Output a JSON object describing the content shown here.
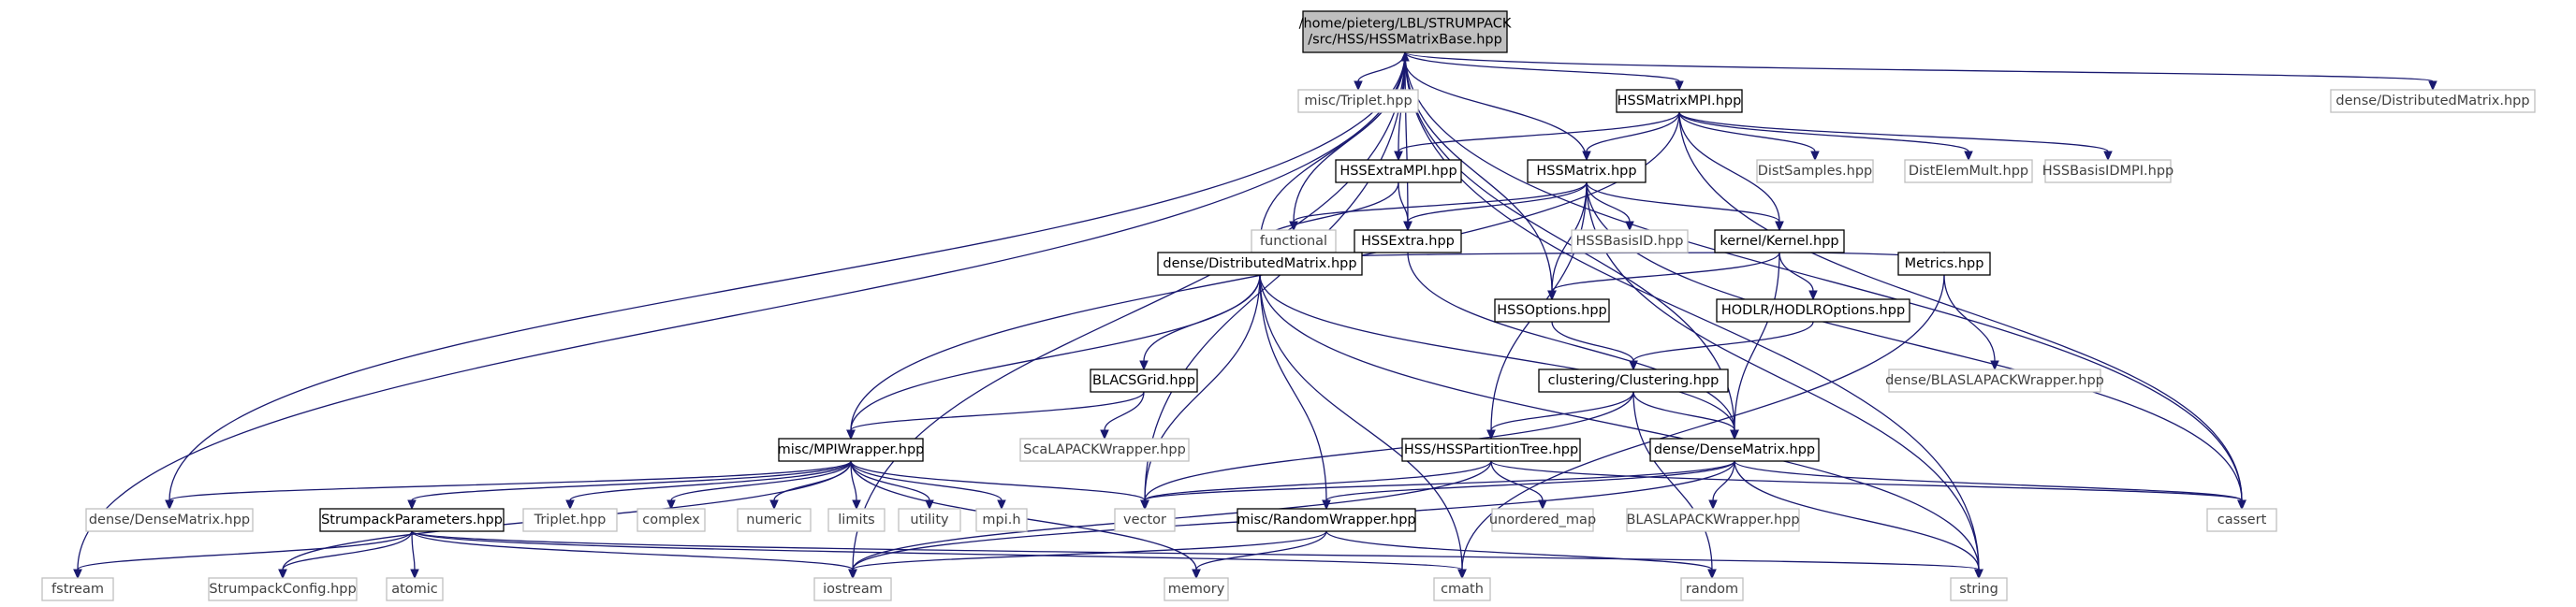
{
  "colors": {
    "edge": "#191970",
    "node_border": "#000000",
    "node_border_external": "#bfbfbf",
    "node_text": "#000000",
    "node_text_external": "#404040",
    "root_fill": "#bfbfbf"
  },
  "graph": {
    "root": "root",
    "nodes": [
      {
        "id": "root",
        "label": [
          "/home/pieterg/LBL/STRUMPACK",
          "/src/HSS/HSSMatrixBase.hpp"
        ],
        "kind": "root"
      },
      {
        "id": "triplet_misc",
        "label": [
          "misc/Triplet.hpp"
        ],
        "kind": "external"
      },
      {
        "id": "hssmatrixmpi",
        "label": [
          "HSSMatrixMPI.hpp"
        ],
        "kind": "file"
      },
      {
        "id": "dense_dist_ext",
        "label": [
          "dense/DistributedMatrix.hpp"
        ],
        "kind": "external"
      },
      {
        "id": "hssextrampi",
        "label": [
          "HSSExtraMPI.hpp"
        ],
        "kind": "file"
      },
      {
        "id": "hssmatrix",
        "label": [
          "HSSMatrix.hpp"
        ],
        "kind": "file"
      },
      {
        "id": "distsamples",
        "label": [
          "DistSamples.hpp"
        ],
        "kind": "external"
      },
      {
        "id": "distelemmult",
        "label": [
          "DistElemMult.hpp"
        ],
        "kind": "external"
      },
      {
        "id": "hssbasisidmpi",
        "label": [
          "HSSBasisIDMPI.hpp"
        ],
        "kind": "external"
      },
      {
        "id": "functional",
        "label": [
          "functional"
        ],
        "kind": "external"
      },
      {
        "id": "hssextra",
        "label": [
          "HSSExtra.hpp"
        ],
        "kind": "file"
      },
      {
        "id": "hssbasisid",
        "label": [
          "HSSBasisID.hpp"
        ],
        "kind": "external"
      },
      {
        "id": "kernel",
        "label": [
          "kernel/Kernel.hpp"
        ],
        "kind": "file"
      },
      {
        "id": "densedist",
        "label": [
          "dense/DistributedMatrix.hpp"
        ],
        "kind": "file"
      },
      {
        "id": "hssoptions",
        "label": [
          "HSSOptions.hpp"
        ],
        "kind": "file"
      },
      {
        "id": "hodlropts",
        "label": [
          "HODLR/HODLROptions.hpp"
        ],
        "kind": "file"
      },
      {
        "id": "metrics",
        "label": [
          "Metrics.hpp"
        ],
        "kind": "file"
      },
      {
        "id": "blacsgrid",
        "label": [
          "BLACSGrid.hpp"
        ],
        "kind": "file"
      },
      {
        "id": "clustering",
        "label": [
          "clustering/Clustering.hpp"
        ],
        "kind": "file"
      },
      {
        "id": "blaslapackwrap_dense",
        "label": [
          "dense/BLASLAPACKWrapper.hpp"
        ],
        "kind": "external"
      },
      {
        "id": "scalapack",
        "label": [
          "ScaLAPACKWrapper.hpp"
        ],
        "kind": "external"
      },
      {
        "id": "mpiwrapper",
        "label": [
          "misc/MPIWrapper.hpp"
        ],
        "kind": "file"
      },
      {
        "id": "hsspart",
        "label": [
          "HSS/HSSPartitionTree.hpp"
        ],
        "kind": "file"
      },
      {
        "id": "densematrix",
        "label": [
          "dense/DenseMatrix.hpp"
        ],
        "kind": "file"
      },
      {
        "id": "densematrix_ext",
        "label": [
          "dense/DenseMatrix.hpp"
        ],
        "kind": "external"
      },
      {
        "id": "strumparams",
        "label": [
          "StrumpackParameters.hpp"
        ],
        "kind": "file"
      },
      {
        "id": "triplet",
        "label": [
          "Triplet.hpp"
        ],
        "kind": "external"
      },
      {
        "id": "complex",
        "label": [
          "complex"
        ],
        "kind": "external"
      },
      {
        "id": "numeric",
        "label": [
          "numeric"
        ],
        "kind": "external"
      },
      {
        "id": "limits",
        "label": [
          "limits"
        ],
        "kind": "external"
      },
      {
        "id": "utility",
        "label": [
          "utility"
        ],
        "kind": "external"
      },
      {
        "id": "mpih",
        "label": [
          "mpi.h"
        ],
        "kind": "external"
      },
      {
        "id": "vector",
        "label": [
          "vector"
        ],
        "kind": "external"
      },
      {
        "id": "randomwrap",
        "label": [
          "misc/RandomWrapper.hpp"
        ],
        "kind": "file"
      },
      {
        "id": "unordered_map",
        "label": [
          "unordered_map"
        ],
        "kind": "external"
      },
      {
        "id": "blaslapackwrap",
        "label": [
          "BLASLAPACKWrapper.hpp"
        ],
        "kind": "external"
      },
      {
        "id": "cassert",
        "label": [
          "cassert"
        ],
        "kind": "external"
      },
      {
        "id": "fstream",
        "label": [
          "fstream"
        ],
        "kind": "external"
      },
      {
        "id": "strumconfig",
        "label": [
          "StrumpackConfig.hpp"
        ],
        "kind": "external"
      },
      {
        "id": "atomic",
        "label": [
          "atomic"
        ],
        "kind": "external"
      },
      {
        "id": "iostream",
        "label": [
          "iostream"
        ],
        "kind": "external"
      },
      {
        "id": "memory",
        "label": [
          "memory"
        ],
        "kind": "external"
      },
      {
        "id": "cmath",
        "label": [
          "cmath"
        ],
        "kind": "external"
      },
      {
        "id": "random",
        "label": [
          "random"
        ],
        "kind": "external"
      },
      {
        "id": "string",
        "label": [
          "string"
        ],
        "kind": "external"
      }
    ],
    "edges": [
      {
        "from": "root",
        "to": "triplet_misc"
      },
      {
        "from": "root",
        "to": "hssmatrixmpi"
      },
      {
        "from": "root",
        "to": "dense_dist_ext"
      },
      {
        "from": "root",
        "to": "hssextrampi"
      },
      {
        "from": "root",
        "to": "functional"
      },
      {
        "from": "root",
        "to": "hssextra"
      },
      {
        "from": "root",
        "to": "densedist"
      },
      {
        "from": "root",
        "to": "hssoptions"
      },
      {
        "from": "root",
        "to": "densematrix"
      },
      {
        "from": "root",
        "to": "densematrix_ext"
      },
      {
        "from": "root",
        "to": "vector"
      },
      {
        "from": "root",
        "to": "cassert"
      },
      {
        "from": "root",
        "to": "fstream"
      },
      {
        "from": "root",
        "to": "iostream"
      },
      {
        "from": "root",
        "to": "string"
      },
      {
        "from": "hssmatrixmpi",
        "to": "hssextrampi"
      },
      {
        "from": "hssmatrixmpi",
        "to": "hssmatrix"
      },
      {
        "from": "hssmatrixmpi",
        "to": "distsamples"
      },
      {
        "from": "hssmatrixmpi",
        "to": "distelemmult"
      },
      {
        "from": "hssmatrixmpi",
        "to": "hssbasisidmpi"
      },
      {
        "from": "hssmatrixmpi",
        "to": "kernel"
      },
      {
        "from": "hssmatrixmpi",
        "to": "mpiwrapper"
      },
      {
        "from": "hssmatrixmpi",
        "to": "cassert"
      },
      {
        "from": "hssextrampi",
        "to": "hssextra"
      },
      {
        "from": "hssextrampi",
        "to": "densedist"
      },
      {
        "from": "hssmatrix",
        "to": "root"
      },
      {
        "from": "hssmatrix",
        "to": "functional"
      },
      {
        "from": "hssmatrix",
        "to": "hssextra"
      },
      {
        "from": "hssmatrix",
        "to": "hssbasisid"
      },
      {
        "from": "hssmatrix",
        "to": "kernel"
      },
      {
        "from": "hssmatrix",
        "to": "hssoptions"
      },
      {
        "from": "hssmatrix",
        "to": "hsspart"
      },
      {
        "from": "hssmatrix",
        "to": "cassert"
      },
      {
        "from": "hssmatrix",
        "to": "string"
      },
      {
        "from": "hssextra",
        "to": "densematrix"
      },
      {
        "from": "kernel",
        "to": "densedist"
      },
      {
        "from": "kernel",
        "to": "hssoptions"
      },
      {
        "from": "kernel",
        "to": "hodlropts"
      },
      {
        "from": "kernel",
        "to": "metrics"
      },
      {
        "from": "kernel",
        "to": "densematrix"
      },
      {
        "from": "metrics",
        "to": "blaslapackwrap_dense"
      },
      {
        "from": "metrics",
        "to": "cmath"
      },
      {
        "from": "hodlropts",
        "to": "clustering"
      },
      {
        "from": "hssoptions",
        "to": "clustering"
      },
      {
        "from": "densedist",
        "to": "blacsgrid"
      },
      {
        "from": "densedist",
        "to": "mpiwrapper"
      },
      {
        "from": "densedist",
        "to": "densematrix"
      },
      {
        "from": "densedist",
        "to": "vector"
      },
      {
        "from": "densedist",
        "to": "randomwrap"
      },
      {
        "from": "densedist",
        "to": "cmath"
      },
      {
        "from": "densedist",
        "to": "string"
      },
      {
        "from": "blacsgrid",
        "to": "scalapack"
      },
      {
        "from": "blacsgrid",
        "to": "mpiwrapper"
      },
      {
        "from": "clustering",
        "to": "densematrix"
      },
      {
        "from": "clustering",
        "to": "hsspart"
      },
      {
        "from": "clustering",
        "to": "vector"
      },
      {
        "from": "clustering",
        "to": "random"
      },
      {
        "from": "hsspart",
        "to": "unordered_map"
      },
      {
        "from": "hsspart",
        "to": "vector"
      },
      {
        "from": "hsspart",
        "to": "cassert"
      },
      {
        "from": "hsspart",
        "to": "iostream"
      },
      {
        "from": "densematrix",
        "to": "vector"
      },
      {
        "from": "densematrix",
        "to": "randomwrap"
      },
      {
        "from": "densematrix",
        "to": "blaslapackwrap"
      },
      {
        "from": "densematrix",
        "to": "cassert"
      },
      {
        "from": "densematrix",
        "to": "string"
      },
      {
        "from": "densematrix",
        "to": "iostream"
      },
      {
        "from": "mpiwrapper",
        "to": "densematrix_ext"
      },
      {
        "from": "mpiwrapper",
        "to": "strumparams"
      },
      {
        "from": "mpiwrapper",
        "to": "triplet"
      },
      {
        "from": "mpiwrapper",
        "to": "complex"
      },
      {
        "from": "mpiwrapper",
        "to": "numeric"
      },
      {
        "from": "mpiwrapper",
        "to": "limits"
      },
      {
        "from": "mpiwrapper",
        "to": "utility"
      },
      {
        "from": "mpiwrapper",
        "to": "mpih"
      },
      {
        "from": "mpiwrapper",
        "to": "vector"
      },
      {
        "from": "mpiwrapper",
        "to": "memory"
      },
      {
        "from": "mpiwrapper",
        "to": "strumconfig"
      },
      {
        "from": "strumparams",
        "to": "fstream"
      },
      {
        "from": "strumparams",
        "to": "strumconfig"
      },
      {
        "from": "strumparams",
        "to": "atomic"
      },
      {
        "from": "strumparams",
        "to": "iostream"
      },
      {
        "from": "strumparams",
        "to": "cmath"
      },
      {
        "from": "strumparams",
        "to": "string"
      },
      {
        "from": "randomwrap",
        "to": "iostream"
      },
      {
        "from": "randomwrap",
        "to": "memory"
      },
      {
        "from": "randomwrap",
        "to": "random"
      }
    ]
  }
}
